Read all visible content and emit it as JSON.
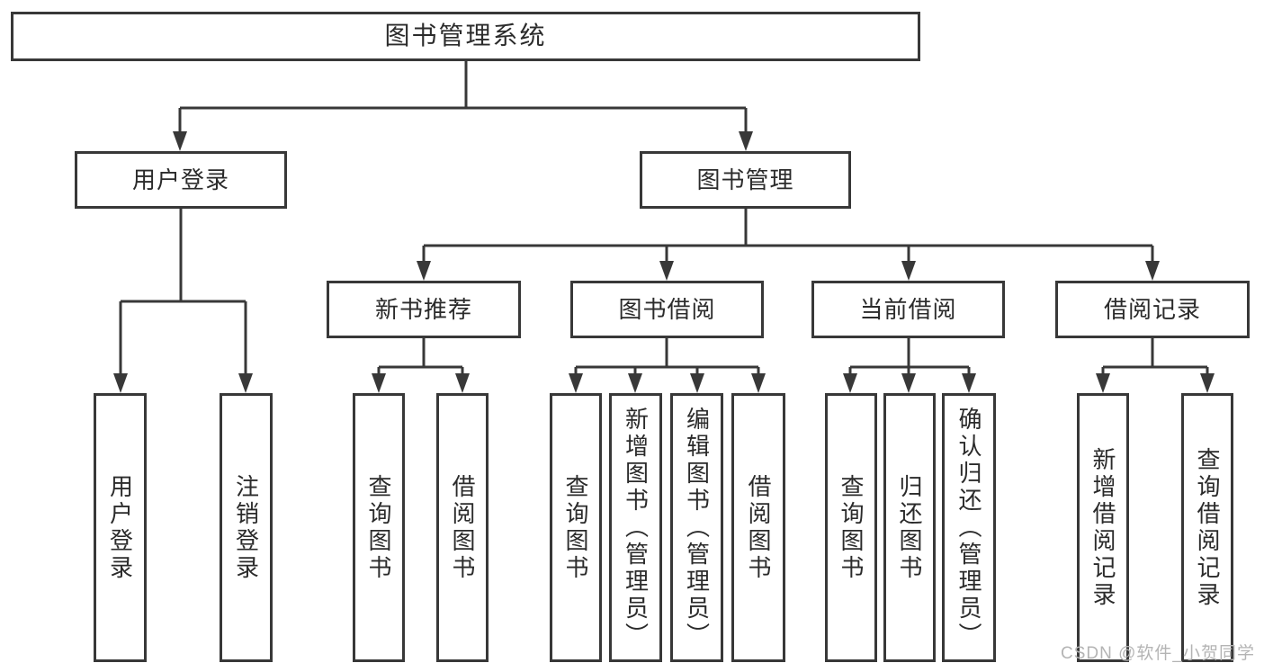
{
  "nodes": {
    "root": {
      "label": "图书管理系统"
    },
    "user_login": {
      "label": "用户登录"
    },
    "book_management": {
      "label": "图书管理"
    },
    "new_book_recommend": {
      "label": "新书推荐"
    },
    "book_borrowing": {
      "label": "图书借阅"
    },
    "current_borrowing": {
      "label": "当前借阅"
    },
    "borrowing_records": {
      "label": "借阅记录"
    },
    "login": {
      "label": "用户登录"
    },
    "logout": {
      "label": "注销登录"
    },
    "rec_query_books": {
      "label": "查询图书"
    },
    "rec_borrow_books": {
      "label": "借阅图书"
    },
    "bor_query_books": {
      "label": "查询图书"
    },
    "bor_add_books": {
      "label": "新增图书（管理员）"
    },
    "bor_edit_books": {
      "label": "编辑图书（管理员）"
    },
    "bor_borrow_books": {
      "label": "借阅图书"
    },
    "cur_query_books": {
      "label": "查询图书"
    },
    "cur_return_books": {
      "label": "归还图书"
    },
    "cur_confirm_return": {
      "label": "确认归还（管理员）"
    },
    "log_add_record": {
      "label": "新增借阅记录"
    },
    "log_query_record": {
      "label": "查询借阅记录"
    }
  },
  "watermark": {
    "text": "CSDN @软件_小贺同学"
  },
  "colors": {
    "line": "#383838",
    "text": "#2b2b2b",
    "background": "#ffffff",
    "watermark": "#b4b4b4"
  }
}
